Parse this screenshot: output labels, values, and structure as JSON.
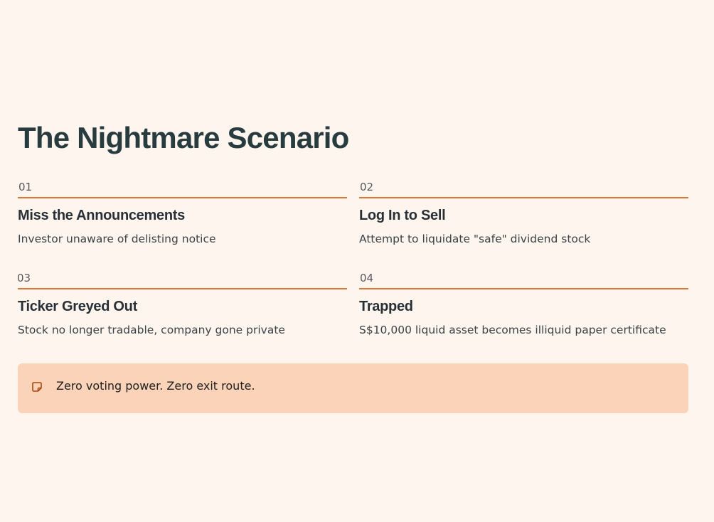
{
  "slide": {
    "title": "The Nightmare Scenario",
    "steps": [
      {
        "number": "01",
        "title": "Miss the Announcements",
        "description": "Investor unaware of delisting notice"
      },
      {
        "number": "02",
        "title": "Log In to Sell",
        "description": "Attempt to liquidate \"safe\" dividend stock"
      },
      {
        "number": "03",
        "title": "Ticker Greyed Out",
        "description": "Stock no longer tradable, company gone private"
      },
      {
        "number": "04",
        "title": "Trapped",
        "description": "S$10,000 liquid asset becomes illiquid paper certificate"
      }
    ],
    "callout": {
      "icon": "note-icon",
      "text": "Zero voting power. Zero exit route."
    }
  },
  "colors": {
    "background": "#fef6ee",
    "accent": "#db7633",
    "callout_background": "#fad3b8",
    "title": "#283c40"
  }
}
